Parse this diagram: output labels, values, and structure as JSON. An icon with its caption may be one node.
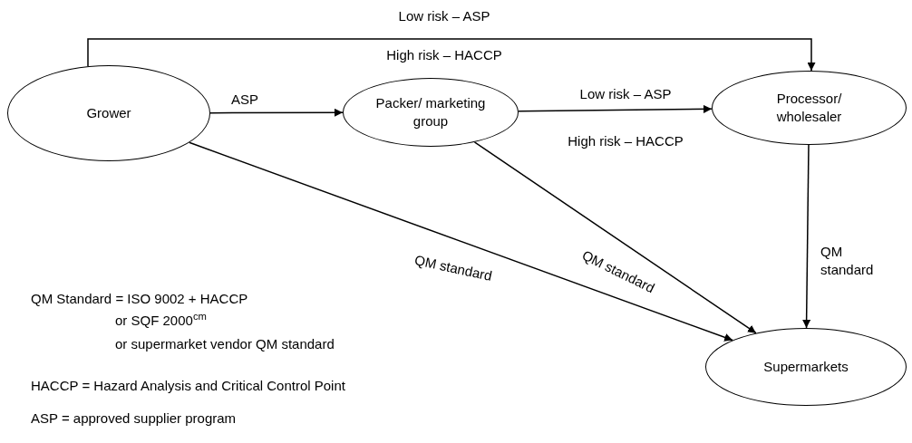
{
  "diagram": {
    "nodes": [
      {
        "text": [
          "Grower"
        ]
      },
      {
        "text": [
          "Packer/ marketing group"
        ]
      },
      {
        "text": [
          "Processor/ wholesaler"
        ]
      },
      {
        "text": [
          "Supermarkets"
        ]
      }
    ],
    "edges": [
      {
        "from": 0,
        "to": 2,
        "arrow": "to",
        "label": "Low risk – ASP"
      },
      {
        "from": 0,
        "to": 1,
        "arrow": "to",
        "label": "ASP"
      },
      {
        "from": 1,
        "to": 2,
        "arrow": "to",
        "label": "Low risk – ASP"
      },
      {
        "from": 0,
        "to": 3,
        "arrow": "to",
        "label": "QM standard"
      },
      {
        "from": 1,
        "to": 3,
        "arrow": "to",
        "label": "QM standard"
      },
      {
        "from": 2,
        "to": 3,
        "arrow": "to",
        "label": "QM standard"
      }
    ],
    "labels": [
      "High risk – HACCP",
      "High risk – HACCP",
      "QM Standard = ISO 9002 + HACCP",
      "or SQF 2000$^{cm}$",
      "or supermarket vendor QM standard",
      "HACCP = Hazard Analysis and Critical Control Point",
      "ASP = approved supplier program"
    ]
  }
}
